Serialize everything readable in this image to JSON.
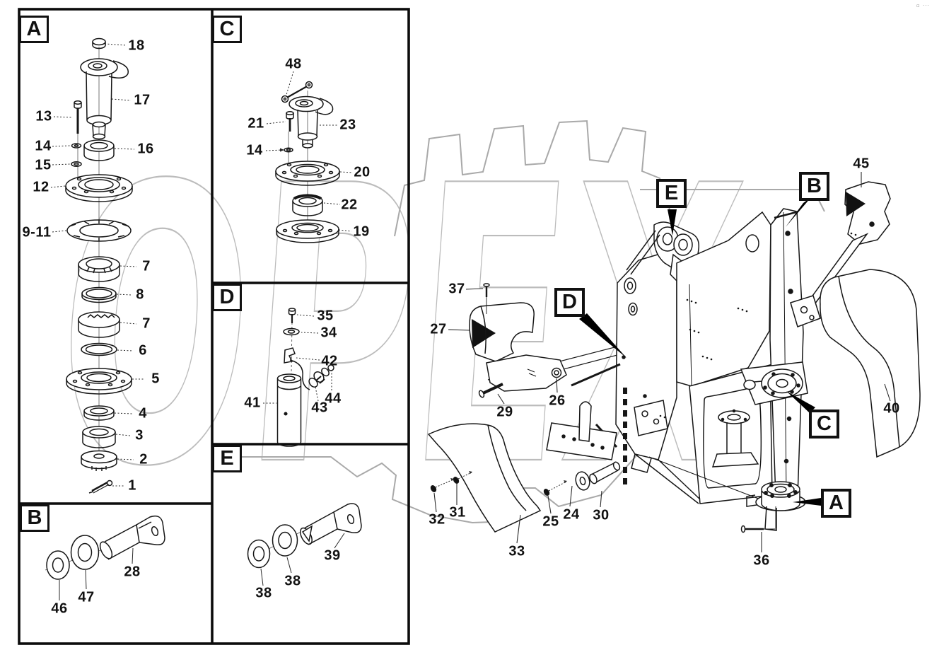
{
  "watermark": {
    "text": "OPEX"
  },
  "corner_mark": "▫ ···",
  "colors": {
    "ink": "#161616",
    "watermark": "#bcbcbc",
    "leader": "#2a2a2a"
  },
  "panels": {
    "a": "A",
    "b": "B",
    "c": "C",
    "d": "D",
    "e": "E"
  },
  "callouts": {
    "a": "A",
    "b": "B",
    "c": "C",
    "d": "D",
    "e": "E"
  },
  "labels": {
    "a_18": "18",
    "a_17": "17",
    "a_13": "13",
    "a_14": "14",
    "a_16": "16",
    "a_15": "15",
    "a_12": "12",
    "a_9_11": "9-11",
    "a_7_top": "7",
    "a_8": "8",
    "a_7_bot": "7",
    "a_6": "6",
    "a_5": "5",
    "a_4": "4",
    "a_3": "3",
    "a_2": "2",
    "a_1": "1",
    "b_46": "46",
    "b_47": "47",
    "b_28": "28",
    "c_48": "48",
    "c_21": "21",
    "c_23": "23",
    "c_14": "14",
    "c_20": "20",
    "c_22": "22",
    "c_19": "19",
    "d_35": "35",
    "d_34": "34",
    "d_42": "42",
    "d_41": "41",
    "d_43": "43",
    "d_44": "44",
    "e_38_1": "38",
    "e_38_2": "38",
    "e_39": "39",
    "m_24": "24",
    "m_25": "25",
    "m_26": "26",
    "m_27": "27",
    "m_29": "29",
    "m_30": "30",
    "m_31": "31",
    "m_32": "32",
    "m_33": "33",
    "m_36": "36",
    "m_37": "37",
    "m_40": "40",
    "m_45": "45"
  }
}
